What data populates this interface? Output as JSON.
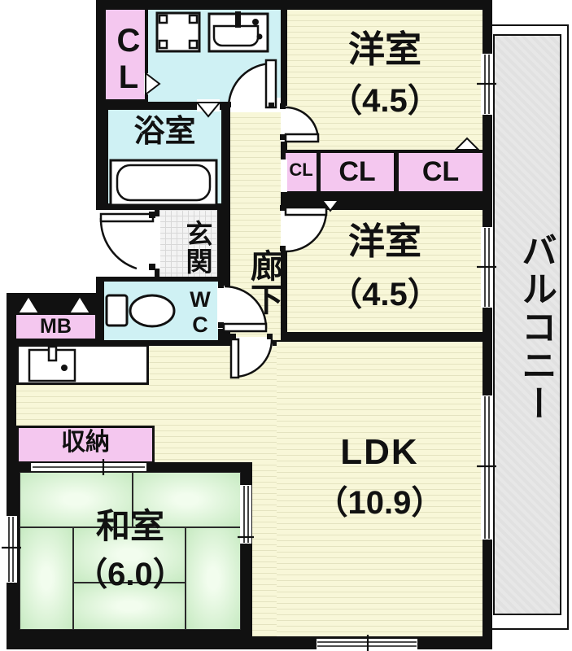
{
  "rooms": {
    "western1": {
      "label": "洋室",
      "area": "（4.5）"
    },
    "western2": {
      "label": "洋室",
      "area": "（4.5）"
    },
    "ldk": {
      "label": "LDK",
      "area": "（10.9）"
    },
    "japanese": {
      "label": "和室",
      "area": "（6.0）"
    },
    "bath": {
      "label": "浴室"
    },
    "entrance": {
      "label": "玄関"
    },
    "hallway": {
      "label": "廊下"
    },
    "toilet": {
      "label": "WC"
    },
    "balcony": {
      "label": "バルコニー"
    },
    "storage": {
      "label": "収納"
    },
    "meter_box": {
      "label": "MB"
    },
    "closet_upper_left": {
      "label": "CL"
    },
    "closet_small": {
      "label": "CL"
    },
    "closet_mid": {
      "label": "CL"
    },
    "closet_right": {
      "label": "CL"
    }
  },
  "colors": {
    "floor_yellow": "#f8f7d8",
    "floor_line": "#e4e3c0",
    "wet_area_cyan": "#cff1f4",
    "accent_pink": "#f4c7ef",
    "tatami_green": "#c9ebc4",
    "balcony_gray": "#e6e6e6",
    "wall_black": "#111111"
  }
}
